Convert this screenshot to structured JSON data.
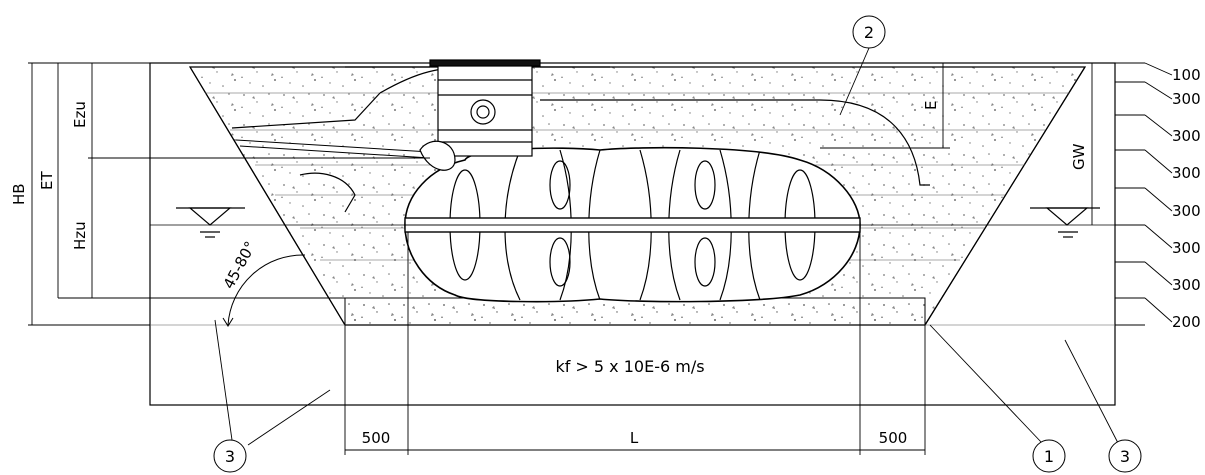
{
  "labels": {
    "hb": "HB",
    "et": "ET",
    "ezu": "Ezu",
    "hzu": "Hzu",
    "e": "E",
    "gw": "GW",
    "angle": "45-80°",
    "soil": "kf > 5 x 10E-6 m/s",
    "left_offset": "500",
    "length": "L",
    "right_offset": "500"
  },
  "layers": [
    "100",
    "300",
    "300",
    "300",
    "300",
    "300",
    "300",
    "200"
  ],
  "callouts": {
    "backfill": "1",
    "cover": "2",
    "ground_left": "3",
    "ground_right": "3"
  },
  "colors": {
    "line": "#000000",
    "fill": "#ffffff",
    "speck": "#7a7a7a"
  }
}
